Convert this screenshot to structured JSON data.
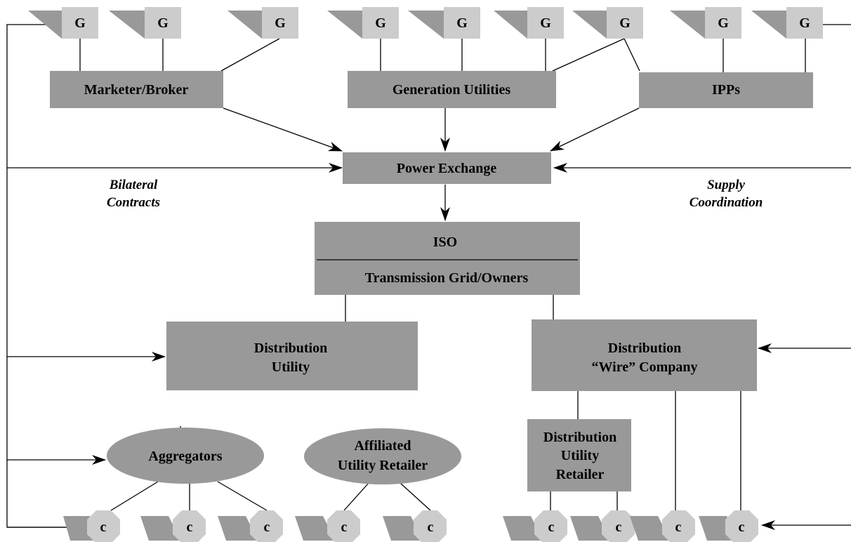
{
  "generators": {
    "label": "G"
  },
  "boxes": {
    "marketer": "Marketer/Broker",
    "generation": "Generation Utilities",
    "ipps": "IPPs",
    "power_exchange": "Power Exchange",
    "iso": "ISO",
    "transmission": "Transmission Grid/Owners",
    "dist_utility_l1": "Distribution",
    "dist_utility_l2": "Utility",
    "wire_l1": "Distribution",
    "wire_l2": "“Wire” Company",
    "retailer_l1": "Distribution",
    "retailer_l2": "Utility",
    "retailer_l3": "Retailer"
  },
  "ovals": {
    "aggregators": "Aggregators",
    "affiliated_l1": "Affiliated",
    "affiliated_l2": "Utility  Retailer"
  },
  "annotations": {
    "bilateral_l1": "Bilateral",
    "bilateral_l2": "Contracts",
    "supply_l1": "Supply",
    "supply_l2": "Coordination"
  },
  "customers": {
    "label": "c"
  },
  "colors": {
    "box": "#999999",
    "generator": "#cccccc",
    "shadow": "#999999",
    "customer": "#cccccc",
    "line": "#000000"
  }
}
